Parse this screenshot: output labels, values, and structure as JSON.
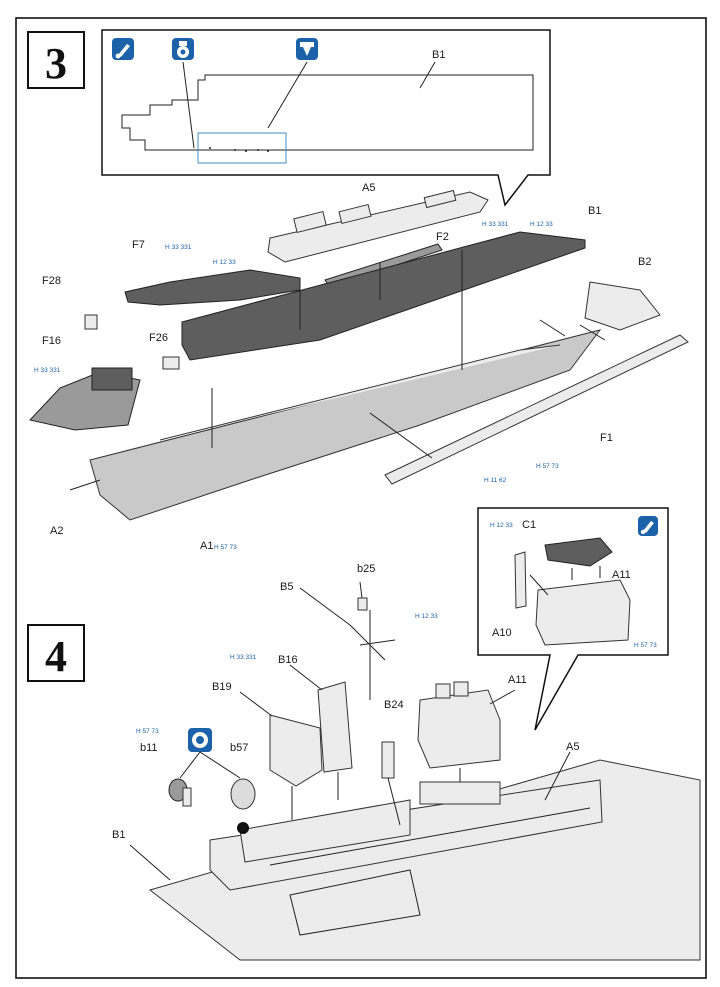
{
  "steps": {
    "s3": "3",
    "s4": "4"
  },
  "labels": {
    "B1_top": "B1",
    "A5_3": "A5",
    "B1_3": "B1",
    "F2": "F2",
    "F7": "F7",
    "B2": "B2",
    "F28": "F28",
    "F26": "F26",
    "F16": "F16",
    "A2": "A2",
    "A1": "A1",
    "F1": "F1",
    "C1": "C1",
    "A11_inset": "A11",
    "A10": "A10",
    "b25": "b25",
    "B5": "B5",
    "B16": "B16",
    "B19": "B19",
    "B24": "B24",
    "A11_4": "A11",
    "b11": "b11",
    "b57": "b57",
    "A5_4": "A5",
    "B1_4": "B1"
  },
  "paint_codes": {
    "h3331_a": "H 33 331",
    "h1233_a": "H 12 33",
    "h3331_b": "H 33 331",
    "h1233_b": "H 12 33",
    "h3331_f16": "H 33 331",
    "h1162": "H 11 62",
    "h5773_f1": "H 57 73",
    "h5773_a1": "H 57 73",
    "h1233_c1": "H 12 33",
    "h5773_inset": "H 57 73",
    "h1233_b5": "H 12 33",
    "h3331_b19": "H 33 331",
    "h5773_b11": "H 57 73"
  },
  "colors": {
    "paint_blue": "#1b62a8",
    "line": "#222222"
  },
  "icons": [
    "paint-brush-icon",
    "glue-icon",
    "drill-hole-icon",
    "paint-brush-icon",
    "assemble-both-sides-icon"
  ]
}
